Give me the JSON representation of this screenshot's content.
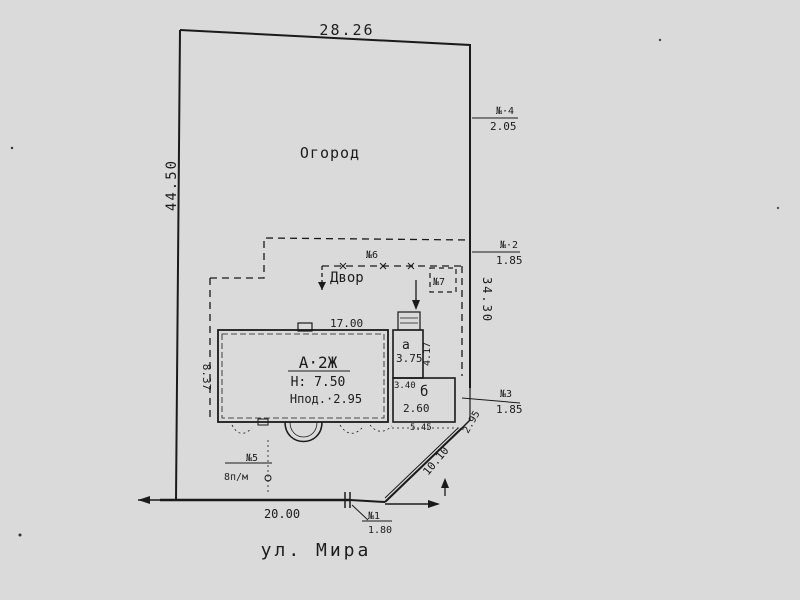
{
  "plan": {
    "labels": {
      "top_width": "28.26",
      "left_height": "44.50",
      "garden": "Огород",
      "yard": "Двор",
      "n6": "№6",
      "n7": "№7",
      "n4": "№·4",
      "n4_val": "2.05",
      "n2": "№·2",
      "n2_val": "1.85",
      "right_mid": "34.30",
      "n3": "№3",
      "n3_val": "1.85",
      "house_width": "17.00",
      "house_depth": "8.37",
      "house_title": "А·2Ж",
      "house_h": "Н: 7.50",
      "house_hpod": "Нпод.·2.95",
      "a_letter": "а",
      "a_val": "3.75",
      "vert_small": "4.17",
      "b_top": "3.40",
      "b_letter": "б",
      "b_val": "2.60",
      "b_bottom": "5.45",
      "corner_val": "2.95",
      "diag_val": "10.10",
      "n5": "№5",
      "n5_sub": "8п/м",
      "bottom_width": "20.00",
      "n1": "№1",
      "n1_val": "1.80",
      "street": "ул. Мира"
    }
  }
}
